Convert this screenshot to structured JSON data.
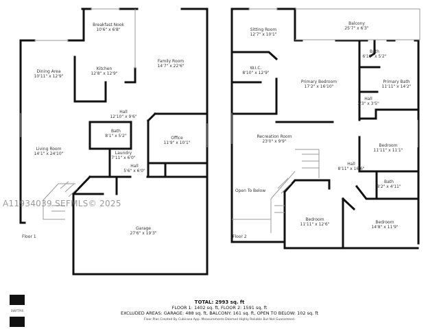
{
  "floor1": {
    "label": "Floor 1",
    "rooms": [
      {
        "name": "Breakfast Nook",
        "size": "10'6\" x 6'8\""
      },
      {
        "name": "Dining Area",
        "size": "10'11\" x 12'9\""
      },
      {
        "name": "Kitchen",
        "size": "12'8\" x 12'9\""
      },
      {
        "name": "Family Room",
        "size": "14'7\" x 22'6\""
      },
      {
        "name": "Hall",
        "size": "12'10\" x 9'6\""
      },
      {
        "name": "Bath",
        "size": "8'1\" x 5'2\""
      },
      {
        "name": "Office",
        "size": "11'9\" x 10'1\""
      },
      {
        "name": "Living Room",
        "size": "14'1\" x 24'10\""
      },
      {
        "name": "Laundry",
        "size": "7'11\" x 6'0\""
      },
      {
        "name": "Hall",
        "size": "5'6\" x 6'0\""
      },
      {
        "name": "Garage",
        "size": "27'6\" x 19'3\""
      }
    ]
  },
  "floor2": {
    "label": "Floor 2",
    "rooms": [
      {
        "name": "Sitting Room",
        "size": "12'7\" x 10'1\""
      },
      {
        "name": "Balcony",
        "size": "25'7\" x 6'3\""
      },
      {
        "name": "Bath",
        "size": "6'10\" x 5'2\""
      },
      {
        "name": "W.I.C.",
        "size": "8'10\" x 12'9\""
      },
      {
        "name": "Primary Bedroom",
        "size": "17'2\" x 16'10\""
      },
      {
        "name": "Primary Bath",
        "size": "11'11\" x 14'2\""
      },
      {
        "name": "Hall",
        "size": "3'3\" x 3'5\""
      },
      {
        "name": "Recreation Room",
        "size": "23'0\" x 9'9\""
      },
      {
        "name": "Bedroom",
        "size": "11'11\" x 11'1\""
      },
      {
        "name": "Hall",
        "size": "8'11\" x 16'6\""
      },
      {
        "name": "Open To Below",
        "size": ""
      },
      {
        "name": "Bath",
        "size": "8'2\" x 4'11\""
      },
      {
        "name": "Bedroom",
        "size": "11'11\" x 12'6\""
      },
      {
        "name": "Bedroom",
        "size": "14'8\" x 11'9\""
      }
    ]
  },
  "watermark": "A11934039  SEFMLS© 2025",
  "logo_text": "SWIFTPIX",
  "summary": {
    "total": "TOTAL: 2993 sq. ft",
    "floors": "FLOOR 1: 1402 sq. ft, FLOOR 2: 1591 sq. ft",
    "excluded": "EXCLUDED AREAS: GARAGE: 488 sq. ft, BALCONY: 161 sq. ft, OPEN TO BELOW: 102 sq. ft",
    "credit": "Floor Plan Created By Cubicasa App. Measurements Deemed Highly Reliable But Not Guaranteed."
  }
}
